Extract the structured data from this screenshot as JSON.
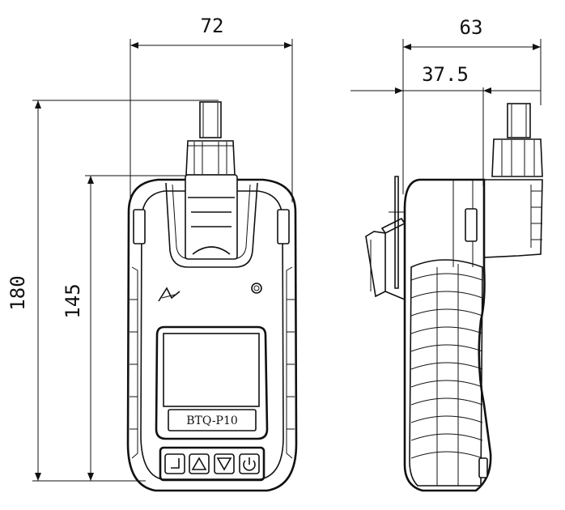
{
  "dimensions": {
    "front_width": "72",
    "side_depth": "63",
    "side_offset": "37.5",
    "overall_height": "180",
    "body_height": "145"
  },
  "device": {
    "model_label": "BTQ-P10"
  },
  "icons": [
    "enter-key-icon",
    "up-arrow-icon",
    "down-arrow-icon",
    "power-icon",
    "logo-icon"
  ]
}
